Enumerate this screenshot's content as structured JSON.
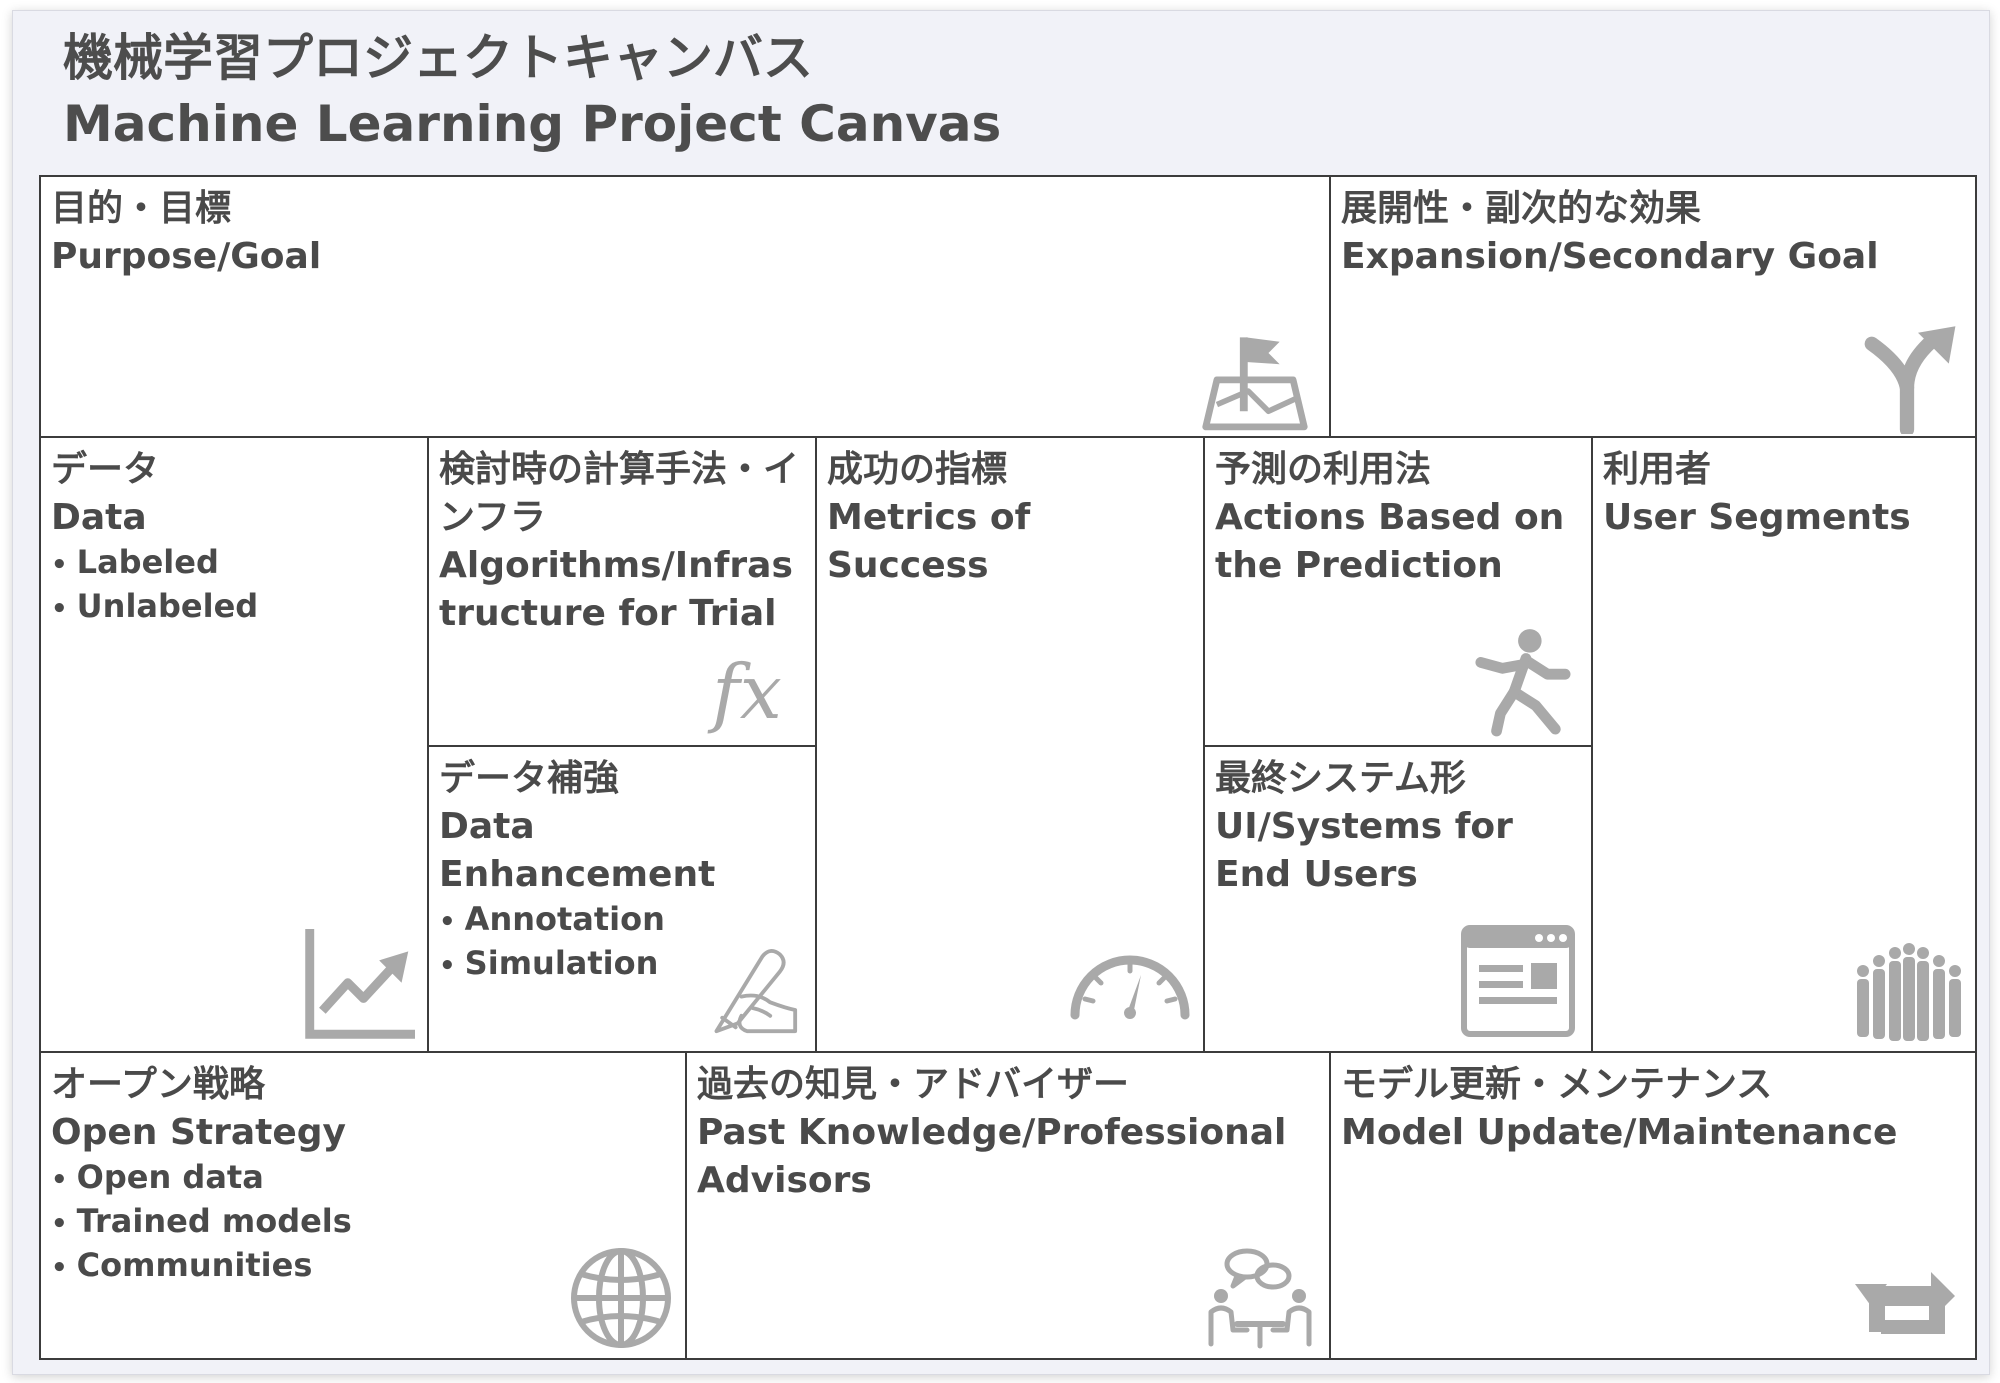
{
  "title": {
    "jp": "機械学習プロジェクトキャンバス",
    "en": "Machine Learning Project Canvas"
  },
  "cells": {
    "purpose": {
      "jp": "目的・目標",
      "en": "Purpose/Goal"
    },
    "expansion": {
      "jp": "展開性・副次的な効果",
      "en": "Expansion/Secondary Goal"
    },
    "data": {
      "jp": "データ",
      "en": "Data",
      "bullets": [
        "Labeled",
        "Unlabeled"
      ]
    },
    "algorithms": {
      "jp": "検討時の計算手法・インフラ",
      "en": "Algorithms/Infrastructure for Trial"
    },
    "data_enhancement": {
      "jp": "データ補強",
      "en": "Data Enhancement",
      "bullets": [
        "Annotation",
        "Simulation"
      ]
    },
    "metrics": {
      "jp": "成功の指標",
      "en": "Metrics of Success"
    },
    "actions": {
      "jp": "予測の利用法",
      "en": "Actions Based on the Prediction"
    },
    "ui_systems": {
      "jp": "最終システム形",
      "en": "UI/Systems for End Users"
    },
    "user_segments": {
      "jp": "利用者",
      "en": "User Segments"
    },
    "open_strategy": {
      "jp": "オープン戦略",
      "en": "Open Strategy",
      "bullets": [
        "Open data",
        "Trained models",
        "Communities"
      ]
    },
    "past_knowledge": {
      "jp": "過去の知見・アドバイザー",
      "en": "Past Knowledge/Professional Advisors"
    },
    "model_update": {
      "jp": "モデル更新・メンテナンス",
      "en": "Model Update/Maintenance"
    }
  },
  "icons": {
    "purpose": "flag-map-icon",
    "expansion": "fork-arrow-icon",
    "data": "line-chart-icon",
    "algorithms": "function-fx-icon",
    "data_enhancement": "pen-hand-icon",
    "metrics": "speedometer-icon",
    "actions": "running-person-icon",
    "ui_systems": "browser-window-icon",
    "user_segments": "people-group-icon",
    "open_strategy": "globe-icon",
    "past_knowledge": "meeting-chat-icon",
    "model_update": "refresh-arrows-icon"
  },
  "colors": {
    "border": "#3c3c3c",
    "text": "#4a4a4a",
    "icon": "#a9a9a9",
    "background": "#f1f2f8"
  }
}
